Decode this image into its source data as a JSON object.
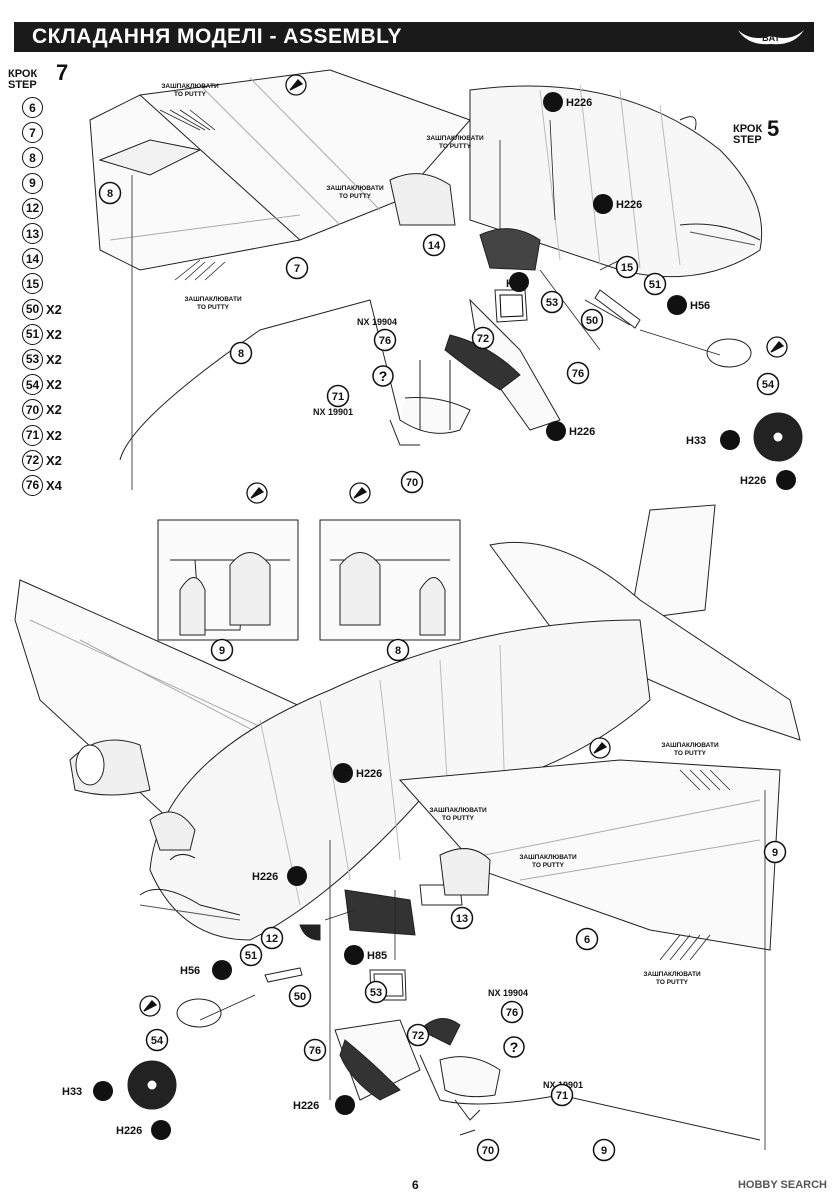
{
  "header": {
    "title": "СКЛАДАННЯ МОДЕЛІ - ASSEMBLY"
  },
  "logo": {
    "text": "BAT"
  },
  "step7": {
    "line1": "КРОК",
    "line2": "STEP",
    "number": "7"
  },
  "step5": {
    "line1": "КРОК",
    "line2": "STEP",
    "number": "5"
  },
  "parts_list": [
    {
      "part": "6",
      "qty": ""
    },
    {
      "part": "7",
      "qty": ""
    },
    {
      "part": "8",
      "qty": ""
    },
    {
      "part": "9",
      "qty": ""
    },
    {
      "part": "12",
      "qty": ""
    },
    {
      "part": "13",
      "qty": ""
    },
    {
      "part": "14",
      "qty": ""
    },
    {
      "part": "15",
      "qty": ""
    },
    {
      "part": "50",
      "qty": "X2"
    },
    {
      "part": "51",
      "qty": "X2"
    },
    {
      "part": "53",
      "qty": "X2"
    },
    {
      "part": "54",
      "qty": "X2"
    },
    {
      "part": "70",
      "qty": "X2"
    },
    {
      "part": "71",
      "qty": "X2"
    },
    {
      "part": "72",
      "qty": "X2"
    },
    {
      "part": "76",
      "qty": "X4"
    }
  ],
  "notes": {
    "putty_ua": "ЗАШПАКЛЮВАТИ",
    "putty_en": "TO PUTTY",
    "decal_a": "NX 19904",
    "decal_b": "NX 19901",
    "question": "?"
  },
  "paints": {
    "h226": "H226",
    "h85": "H85",
    "h56": "H56",
    "h33": "H33"
  },
  "callouts_top": [
    "7",
    "8",
    "14",
    "15",
    "51",
    "50",
    "53",
    "72",
    "76",
    "8",
    "76",
    "71",
    "70",
    "54"
  ],
  "callouts_mid": [
    "9",
    "8"
  ],
  "callouts_bottom": [
    "9",
    "6",
    "13",
    "12",
    "51",
    "50",
    "53",
    "76",
    "72",
    "54",
    "76",
    "71",
    "70",
    "9"
  ],
  "page_number": "6",
  "watermark": "HOBBY SEARCH"
}
